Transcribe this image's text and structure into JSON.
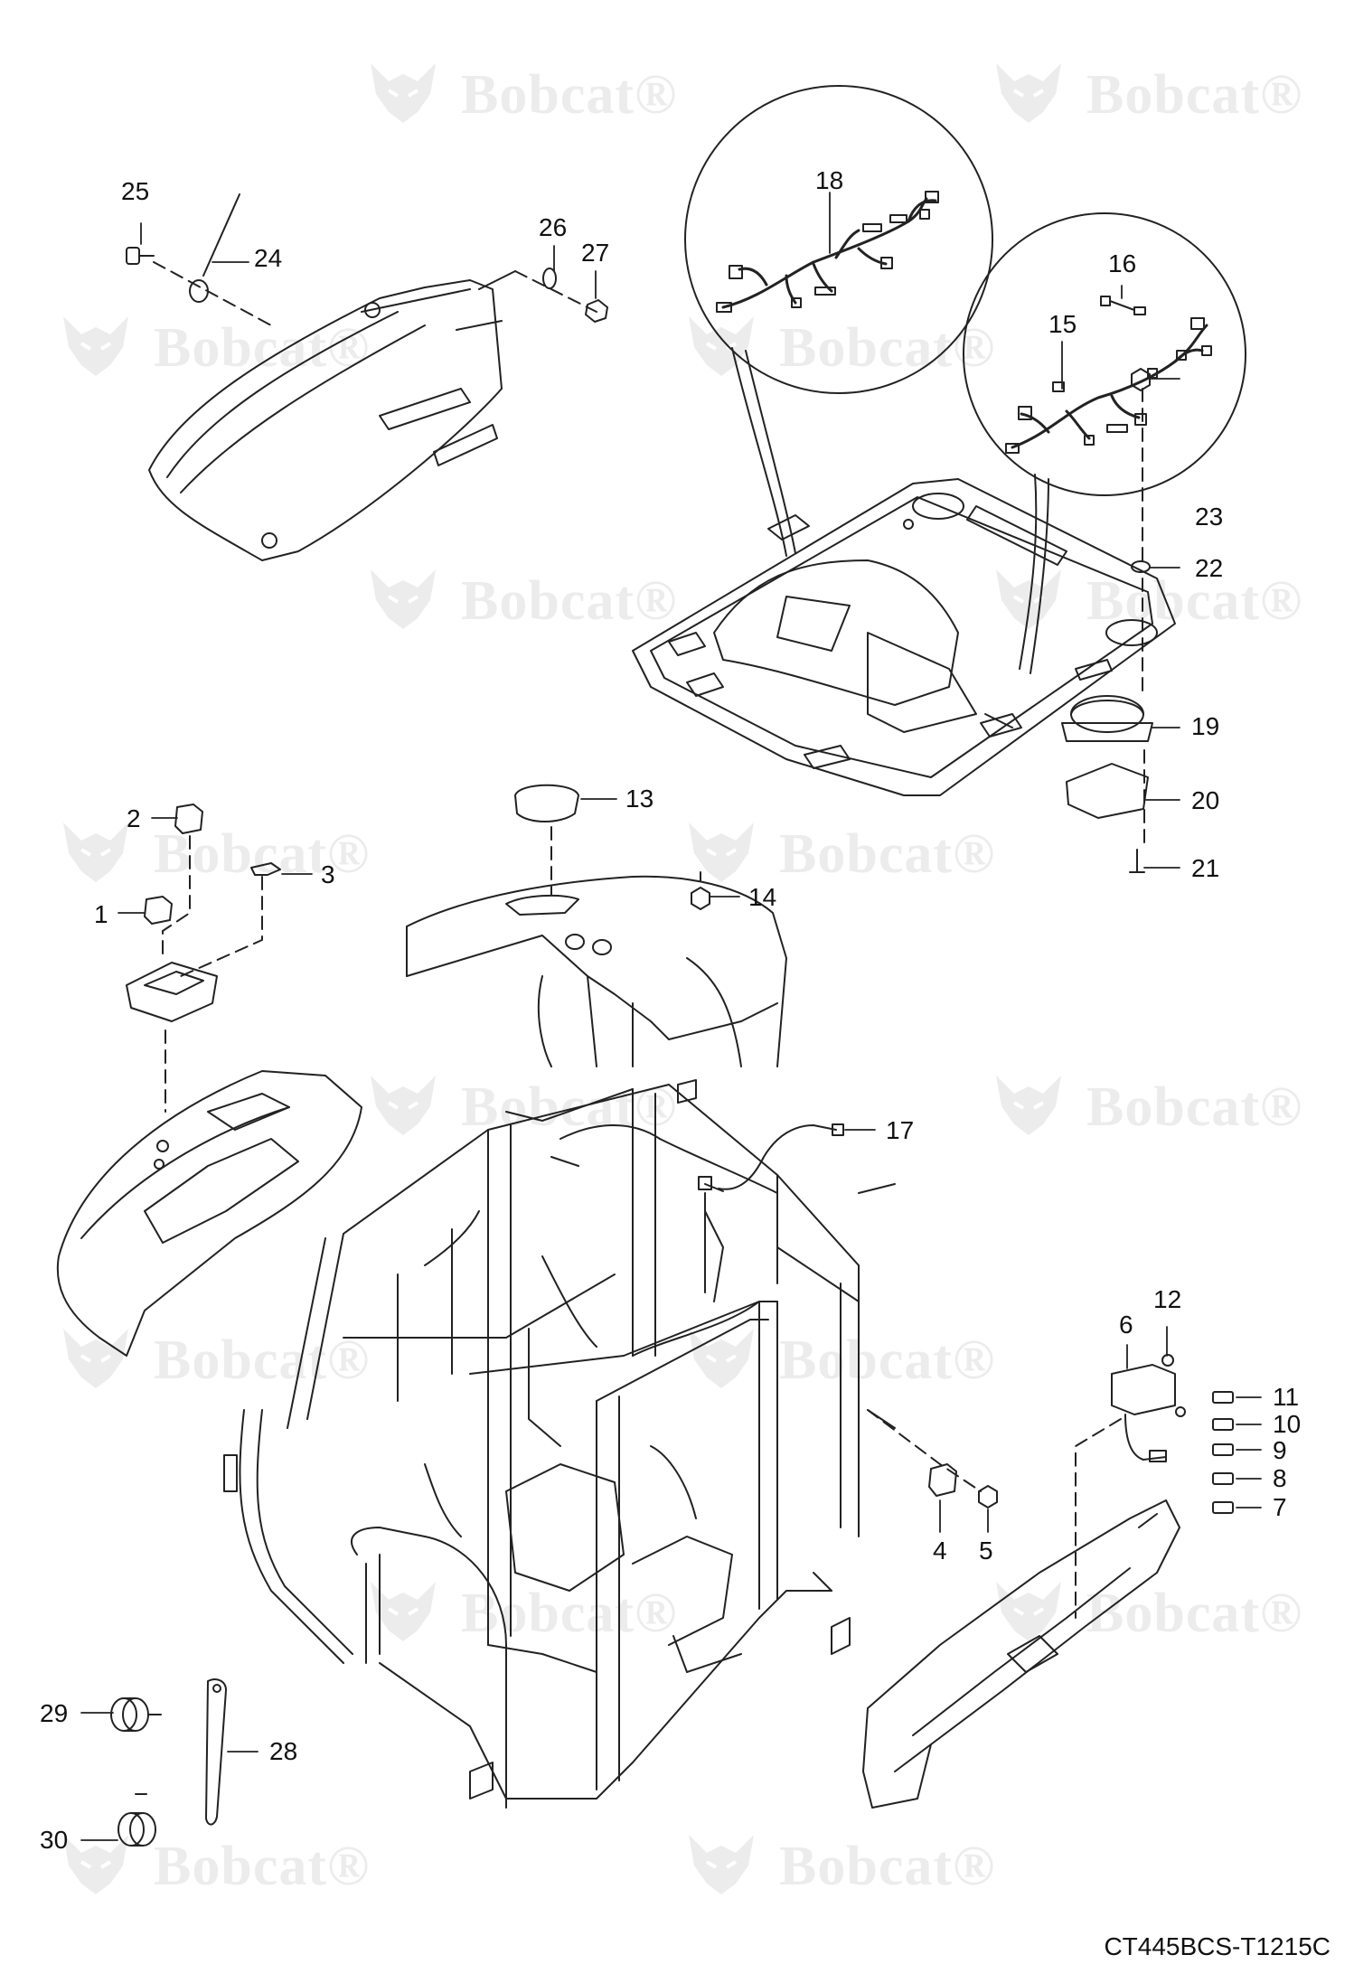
{
  "watermark": {
    "brand": "Bobcat",
    "mark": "®"
  },
  "callouts": [
    {
      "id": "1",
      "text": "1"
    },
    {
      "id": "2",
      "text": "2"
    },
    {
      "id": "3",
      "text": "3"
    },
    {
      "id": "4",
      "text": "4"
    },
    {
      "id": "5",
      "text": "5"
    },
    {
      "id": "6",
      "text": "6"
    },
    {
      "id": "7",
      "text": "7"
    },
    {
      "id": "8",
      "text": "8"
    },
    {
      "id": "9",
      "text": "9"
    },
    {
      "id": "10",
      "text": "10"
    },
    {
      "id": "11",
      "text": "11"
    },
    {
      "id": "12",
      "text": "12"
    },
    {
      "id": "13",
      "text": "13"
    },
    {
      "id": "14",
      "text": "14"
    },
    {
      "id": "15",
      "text": "15"
    },
    {
      "id": "16",
      "text": "16"
    },
    {
      "id": "17",
      "text": "17"
    },
    {
      "id": "18",
      "text": "18"
    },
    {
      "id": "19",
      "text": "19"
    },
    {
      "id": "20",
      "text": "20"
    },
    {
      "id": "21",
      "text": "21"
    },
    {
      "id": "22",
      "text": "22"
    },
    {
      "id": "23",
      "text": "23"
    },
    {
      "id": "24",
      "text": "24"
    },
    {
      "id": "25",
      "text": "25"
    },
    {
      "id": "26",
      "text": "26"
    },
    {
      "id": "27",
      "text": "27"
    },
    {
      "id": "28",
      "text": "28"
    },
    {
      "id": "29",
      "text": "29"
    },
    {
      "id": "30",
      "text": "30"
    }
  ],
  "drawing_code": "CT445BCS-T1215C",
  "colors": {
    "line": "#222222",
    "watermark": "#ececec",
    "background": "#ffffff"
  }
}
